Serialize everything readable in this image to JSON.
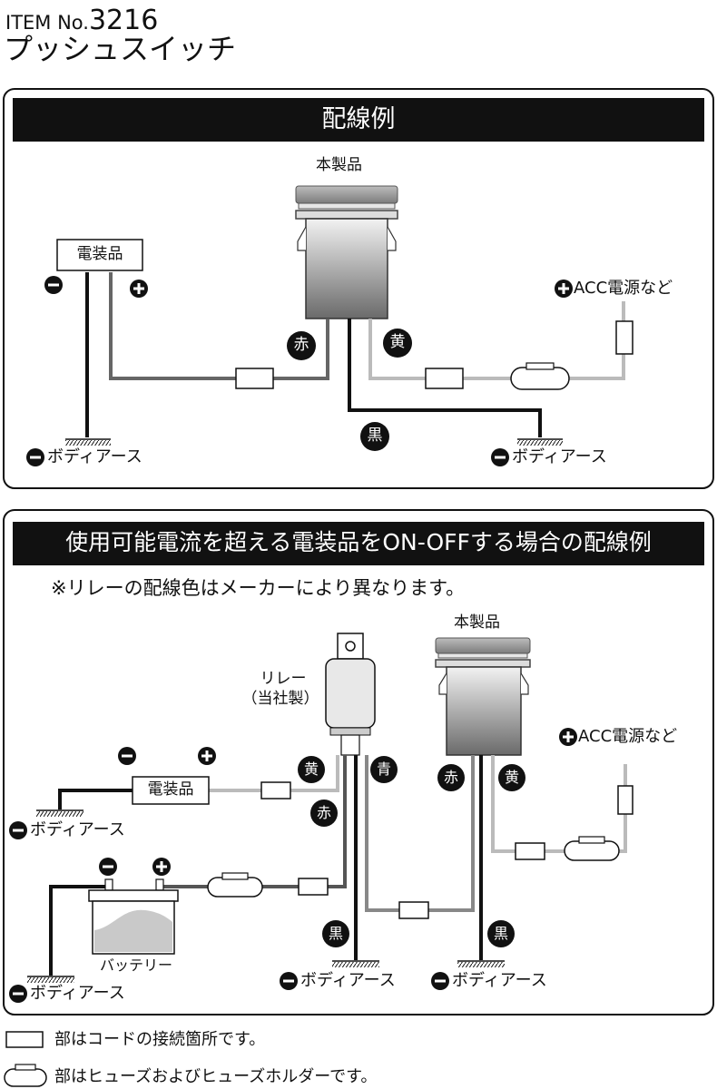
{
  "header": {
    "item_prefix": "ITEM No.",
    "item_number": "3216",
    "product_name": "プッシュスイッチ"
  },
  "panel1": {
    "title": "配線例",
    "product_label": "本製品",
    "load_box": "電装品",
    "minus_symbol": "−",
    "plus_symbol": "+",
    "red_badge": "赤",
    "yellow_badge": "黄",
    "black_badge": "黒",
    "acc_label": "ACC電源など",
    "ground_left": "ボディアース",
    "ground_right": "ボディアース"
  },
  "panel2": {
    "title": "使用可能電流を超える電装品をON-OFFする場合の配線例",
    "note": "※リレーの配線色はメーカーにより異なります。",
    "relay_label_1": "リレー",
    "relay_label_2": "（当社製）",
    "product_label": "本製品",
    "load_box": "電装品",
    "battery_label": "バッテリー",
    "acc_label": "ACC電源など",
    "badge_yellow_relay": "黄",
    "badge_blue_relay": "青",
    "badge_red_relay": "赤",
    "badge_red_switch": "赤",
    "badge_yellow_switch": "黄",
    "badge_black_relay": "黒",
    "badge_black_switch": "黒",
    "ground_load": "ボディアース",
    "ground_battery": "ボディアース",
    "ground_relay": "ボディアース",
    "ground_switch": "ボディアース"
  },
  "legend": {
    "connector": "部はコードの接続箇所です。",
    "fuse": "部はヒューズおよびヒューズホルダーです。"
  }
}
